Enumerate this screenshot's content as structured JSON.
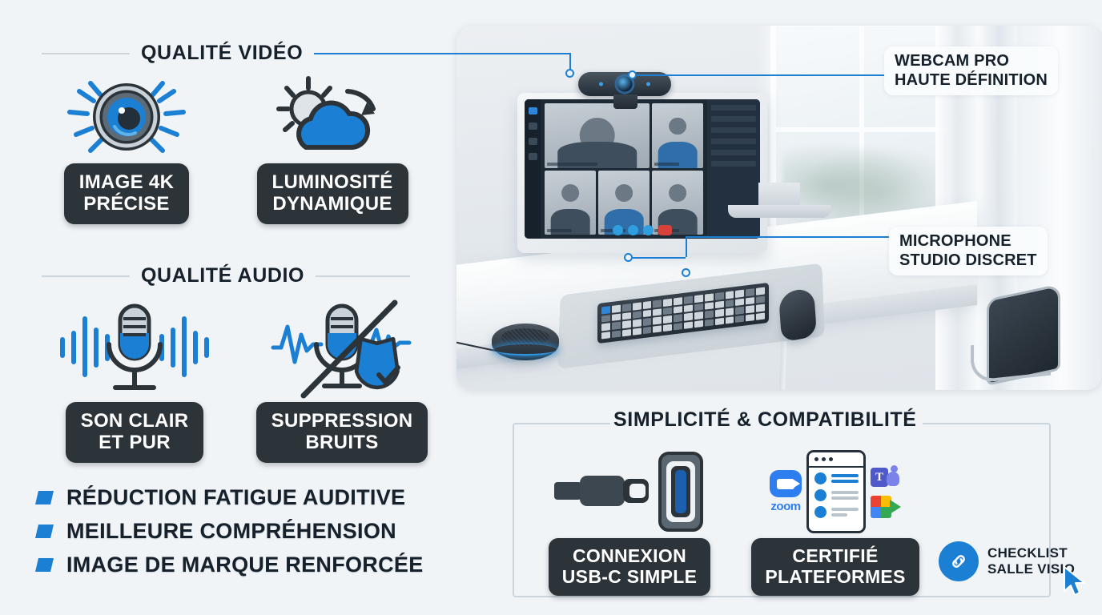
{
  "page": {
    "background": "#f1f4f7",
    "accent": "#1b7fd4",
    "badge_bg": "#2c3439",
    "text_dark": "#16212b"
  },
  "sections": {
    "video": {
      "title": "QUALITÉ VIDÉO",
      "cards": [
        {
          "icon": "camera-lens-icon",
          "label_line1": "IMAGE 4K",
          "label_line2": "PRÉCISE"
        },
        {
          "icon": "sun-cloud-icon",
          "label_line1": "LUMINOSITÉ",
          "label_line2": "DYNAMIQUE"
        }
      ]
    },
    "audio": {
      "title": "QUALITÉ AUDIO",
      "cards": [
        {
          "icon": "microphone-waveform-icon",
          "label_line1": "SON CLAIR",
          "label_line2": "ET PUR"
        },
        {
          "icon": "microphone-muted-shield-icon",
          "label_line1": "SUPPRESSION",
          "label_line2": "BRUITS"
        }
      ]
    },
    "simplicity": {
      "title": "SIMPLICITÉ & COMPATIBILITÉ",
      "cards": [
        {
          "icon": "usb-c-connector-icon",
          "label_line1": "CONNEXION",
          "label_line2": "USB-C SIMPLE"
        },
        {
          "icon": "platforms-icon",
          "label_line1": "CERTIFIÉ",
          "label_line2": "PLATEFORMES"
        }
      ],
      "platform_logos": [
        {
          "name": "zoom-logo",
          "label": "zoom"
        },
        {
          "name": "microsoft-teams-logo",
          "label": "T"
        },
        {
          "name": "google-meet-logo",
          "label": ""
        }
      ],
      "checklist": {
        "icon": "link-icon",
        "line1": "CHECKLIST",
        "line2": "SALLE VISIO"
      }
    }
  },
  "benefits": [
    "RÉDUCTION FATIGUE AUDITIVE",
    "MEILLEURE COMPRÉHENSION",
    "IMAGE DE MARQUE RENFORCÉE"
  ],
  "photo": {
    "callouts": [
      {
        "line1": "WEBCAM PRO",
        "line2": "HAUTE DÉFINITION"
      },
      {
        "line1": "MICROPHONE",
        "line2": "STUDIO DISCRET"
      }
    ]
  }
}
